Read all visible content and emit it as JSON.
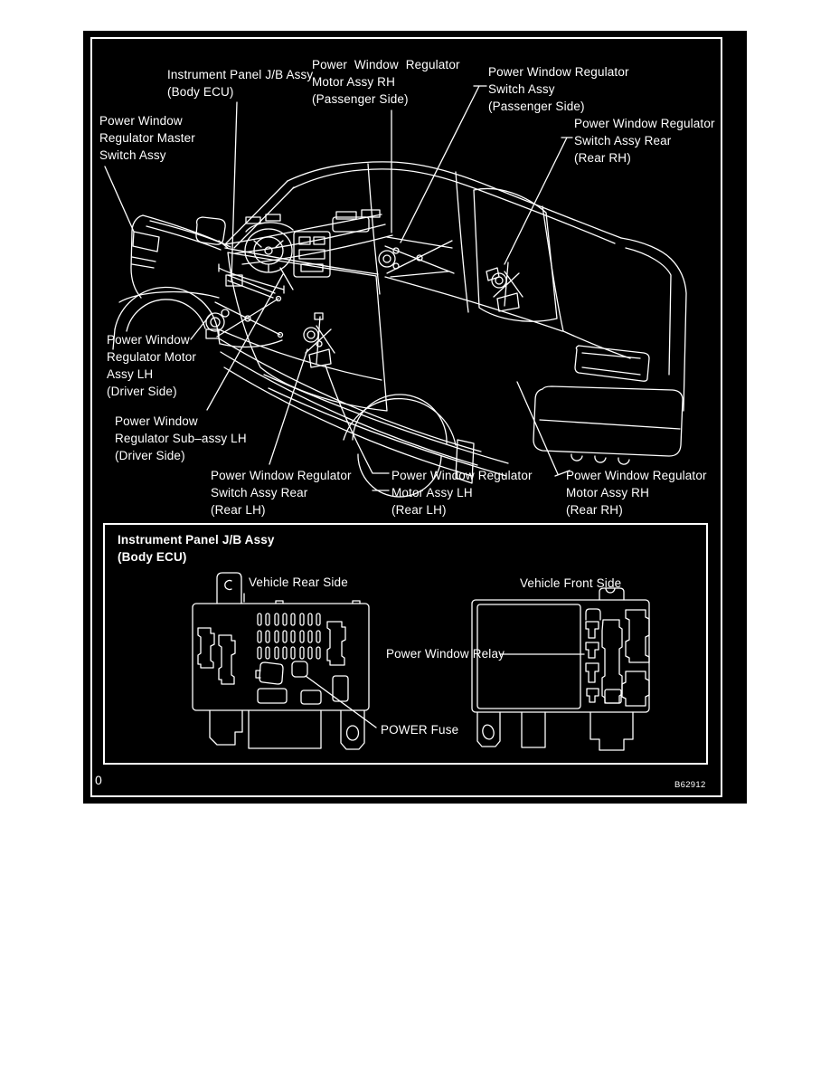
{
  "figure": {
    "code": "B62912",
    "page_marker": "0",
    "background": "#ffffff",
    "panel_bg": "#000000",
    "line_color": "#ffffff"
  },
  "vehicle_labels": [
    {
      "id": "ip-jb",
      "lines": [
        "Instrument Panel J/B Assy",
        "(Body ECU)"
      ]
    },
    {
      "id": "motor-rh-front",
      "lines": [
        "Power Window Regulator",
        "Motor Assy RH",
        "(Passenger Side)"
      ]
    },
    {
      "id": "switch-passenger",
      "lines": [
        "Power Window Regulator",
        "Switch Assy",
        "(Passenger Side)"
      ]
    },
    {
      "id": "switch-rear-rh",
      "lines": [
        "Power Window Regulator",
        "Switch Assy Rear",
        "(Rear RH)"
      ]
    },
    {
      "id": "master-switch",
      "lines": [
        "Power Window",
        "Regulator Master",
        "Switch Assy"
      ]
    },
    {
      "id": "motor-lh-front",
      "lines": [
        "Power Window",
        "Regulator Motor",
        "Assy LH",
        "(Driver Side)"
      ]
    },
    {
      "id": "sub-assy-lh",
      "lines": [
        "Power Window",
        "Regulator Sub–assy LH",
        "(Driver Side)"
      ]
    },
    {
      "id": "switch-rear-lh",
      "lines": [
        "Power Window Regulator",
        "Switch Assy Rear",
        "(Rear LH)"
      ]
    },
    {
      "id": "motor-lh-rear",
      "lines": [
        "Power Window Regulator",
        "Motor Assy LH",
        "(Rear LH)"
      ]
    },
    {
      "id": "motor-rh-rear",
      "lines": [
        "Power Window Regulator",
        "Motor Assy RH",
        "(Rear RH)"
      ]
    }
  ],
  "jb_panel": {
    "title_lines": [
      "Instrument Panel J/B Assy",
      "(Body ECU)"
    ],
    "vehicle_rear_side": "Vehicle Rear Side",
    "vehicle_front_side": "Vehicle Front Side",
    "relay_label": "Power Window Relay",
    "fuse_label": "POWER Fuse"
  }
}
